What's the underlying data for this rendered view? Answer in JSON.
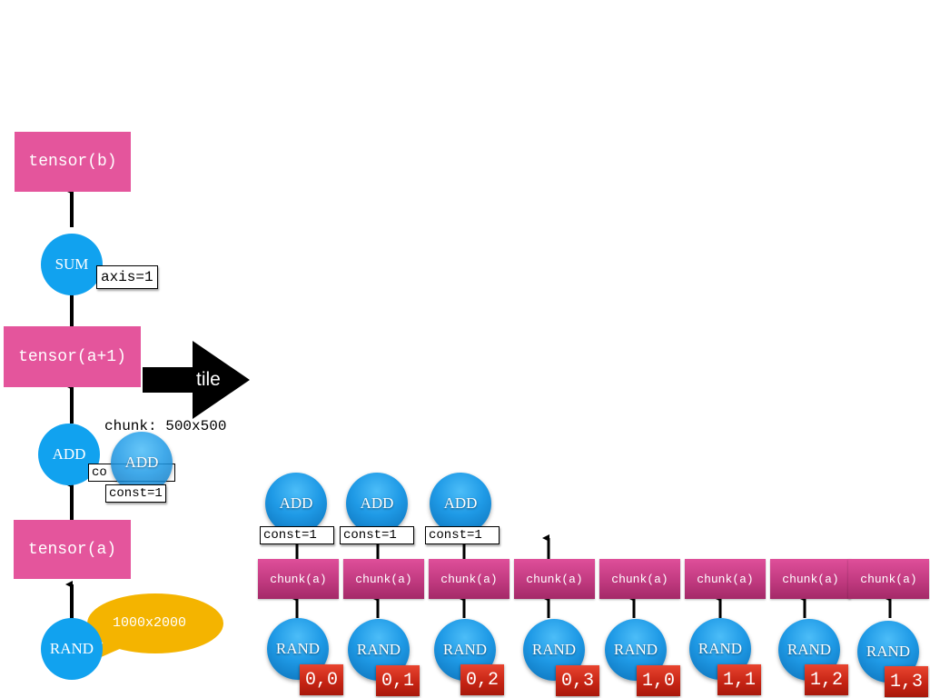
{
  "graph": {
    "tensor_b": "tensor(b)",
    "sum_op": "SUM",
    "axis_param": "axis=1",
    "tensor_a1": "tensor(a+1)",
    "add_op": "ADD",
    "const_param": "const=1",
    "tensor_a": "tensor(a)",
    "rand_op": "RAND",
    "shape": "1000x2000"
  },
  "transform": {
    "tile_label": "tile",
    "chunk_size": "chunk: 500x500",
    "ghost_add": "ADD",
    "ghost_const": "const=1",
    "ghost_const_partial": "co"
  },
  "chunks": [
    {
      "chunk": "chunk(a)",
      "rand": "RAND",
      "index": "0,0",
      "add": "ADD",
      "const": "const=1"
    },
    {
      "chunk": "chunk(a)",
      "rand": "RAND",
      "index": "0,1",
      "add": "ADD",
      "const": "const=1"
    },
    {
      "chunk": "chunk(a)",
      "rand": "RAND",
      "index": "0,2",
      "add": "ADD",
      "const": "const=1"
    },
    {
      "chunk": "chunk(a)",
      "rand": "RAND",
      "index": "0,3"
    },
    {
      "chunk": "chunk(a)",
      "rand": "RAND",
      "index": "1,0"
    },
    {
      "chunk": "chunk(a)",
      "rand": "RAND",
      "index": "1,1"
    },
    {
      "chunk": "chunk(a)",
      "rand": "RAND",
      "index": "1,2"
    },
    {
      "chunk": "chunk(a)",
      "rand": "RAND",
      "index": "1,3"
    }
  ],
  "colors": {
    "tensor": "#e4559c",
    "op": "#11a2ef",
    "bubble": "#f4b400",
    "index": "#c42313",
    "arrow": "#000000"
  }
}
